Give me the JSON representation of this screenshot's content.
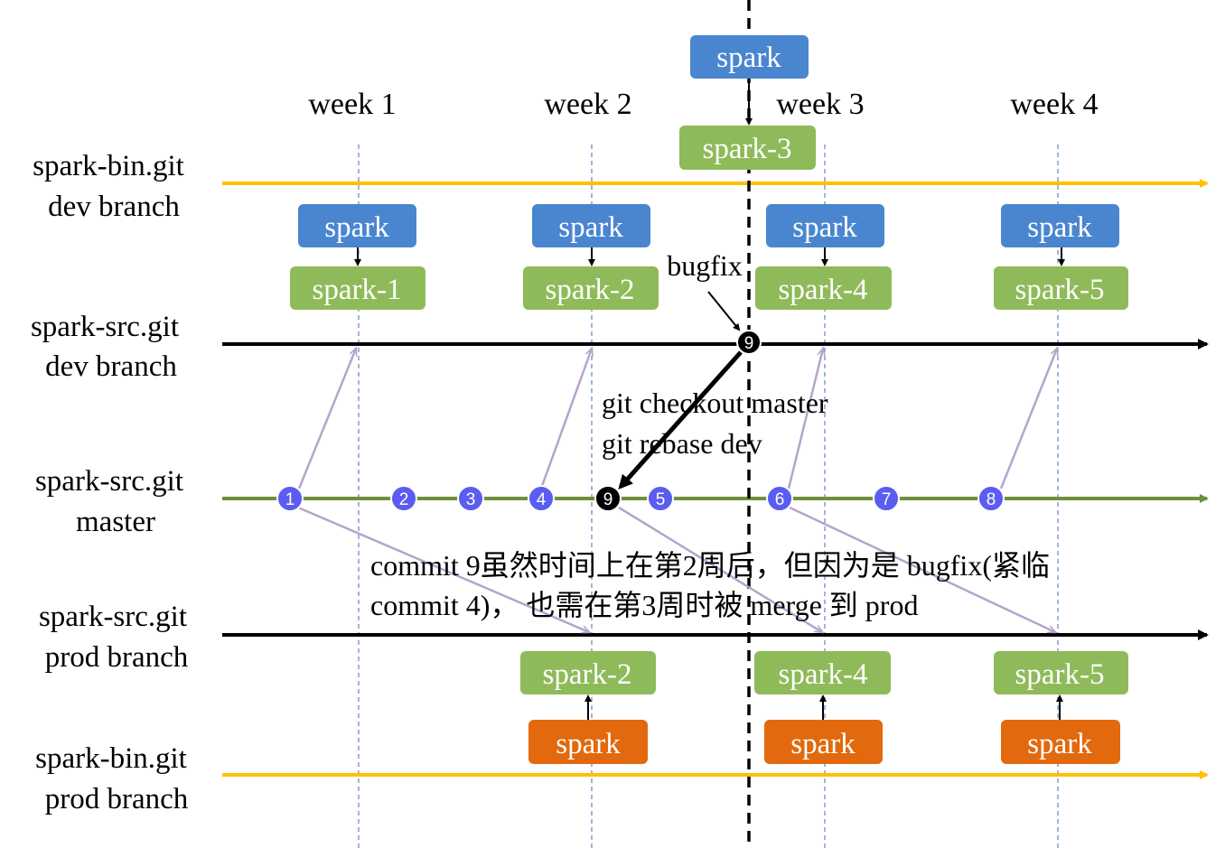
{
  "weeks": [
    "week 1",
    "week 2",
    "week 3",
    "week 4"
  ],
  "lanes": {
    "bin_dev": [
      "spark-bin.git",
      "dev branch"
    ],
    "src_dev": [
      "spark-src.git",
      "dev branch"
    ],
    "src_master": [
      "spark-src.git",
      "master"
    ],
    "src_prod": [
      "spark-src.git",
      "prod branch"
    ],
    "bin_prod": [
      "spark-bin.git",
      "prod branch"
    ]
  },
  "top_release": {
    "source": "spark",
    "target": "spark-3"
  },
  "dev_releases": [
    {
      "source": "spark",
      "target": "spark-1"
    },
    {
      "source": "spark",
      "target": "spark-2"
    },
    {
      "source": "spark",
      "target": "spark-4"
    },
    {
      "source": "spark",
      "target": "spark-5"
    }
  ],
  "prod_releases": [
    {
      "target": "spark-2",
      "source": "spark"
    },
    {
      "target": "spark-4",
      "source": "spark"
    },
    {
      "target": "spark-5",
      "source": "spark"
    }
  ],
  "master_commits": [
    "1",
    "2",
    "3",
    "4",
    "9",
    "5",
    "6",
    "7",
    "8"
  ],
  "dev_commit": "9",
  "bugfix_label": "bugfix",
  "git_commands": [
    "git checkout master",
    "git rebase dev"
  ],
  "note": [
    "commit 9虽然时间上在第2周后，但因为是 bugfix(紧临",
    "commit 4)， 也需在第3周时被 merge 到 prod"
  ],
  "colors": {
    "blue_box": "#4a86d0",
    "green_box": "#8fba5a",
    "orange_box": "#e2690e",
    "yellow_line": "#ffc000",
    "master_line": "#6e8f3c",
    "commit_node": "#5b5cf0",
    "purple_arrow": "#b6a4cc",
    "week_line": "#6c8fc0"
  }
}
